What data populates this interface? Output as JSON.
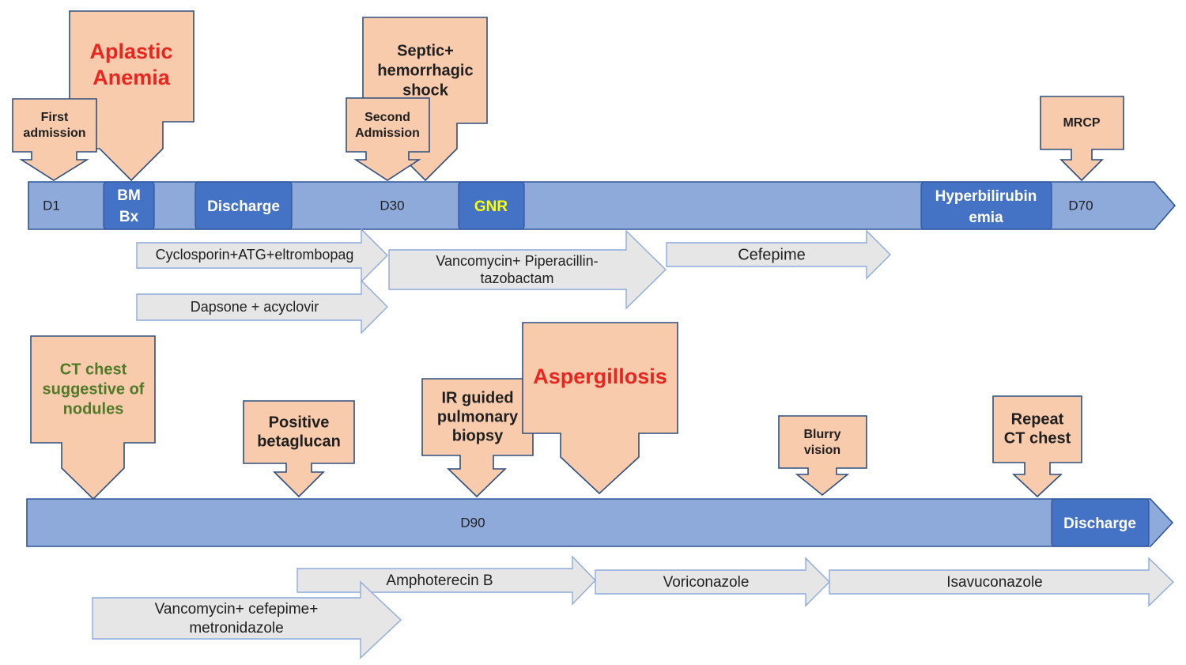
{
  "timeline1": {
    "day_labels": [
      "D1",
      "D30",
      "D70"
    ],
    "segments": {
      "bm_bx": [
        "BM",
        "Bx"
      ],
      "discharge": "Discharge",
      "gnr": "GNR",
      "hyperbilirubinemia": [
        "Hyperbilirubin",
        "emia"
      ]
    },
    "events": {
      "aplastic_anemia": [
        "Aplastic",
        "Anemia"
      ],
      "first_admission": [
        "First",
        "admission"
      ],
      "septic_shock": [
        "Septic+",
        "hemorrhagic",
        "shock"
      ],
      "second_admission": [
        "Second",
        "Admission"
      ],
      "mrcp": "MRCP"
    },
    "treatments": {
      "cyclosporin": "Cyclosporin+ATG+eltrombopag",
      "dapsone": "Dapsone + acyclovir",
      "vanc_pip": [
        "Vancomycin+ Piperacillin-",
        "tazobactam"
      ],
      "cefepime": "Cefepime"
    }
  },
  "timeline2": {
    "day_labels": [
      "D90"
    ],
    "segments": {
      "discharge": "Discharge"
    },
    "events": {
      "ct_chest": [
        "CT chest",
        "suggestive of",
        "nodules"
      ],
      "positive_betaglucan": [
        "Positive",
        "betaglucan"
      ],
      "ir_biopsy": [
        "IR guided",
        "pulmonary",
        "biopsy"
      ],
      "aspergillosis": "Aspergillosis",
      "blurry_vision": [
        "Blurry",
        "vision"
      ],
      "repeat_ct": [
        "Repeat",
        "CT chest"
      ]
    },
    "treatments": {
      "amphotericin": "Amphoterecin B",
      "voriconazole": "Voriconazole",
      "isavuconazole": "Isavuconazole",
      "vanc_cefepime": [
        "Vancomycin+ cefepime+",
        "metronidazole"
      ]
    }
  },
  "colors": {
    "callout_fill": "#f8cbad",
    "band_fill": "#8eaadb",
    "segment_fill": "#4472c4",
    "treatment_fill": "#e7e6e6",
    "red_text": "#e8261f",
    "green_text": "#4f7a28",
    "gnr_text": "#ffff00"
  }
}
